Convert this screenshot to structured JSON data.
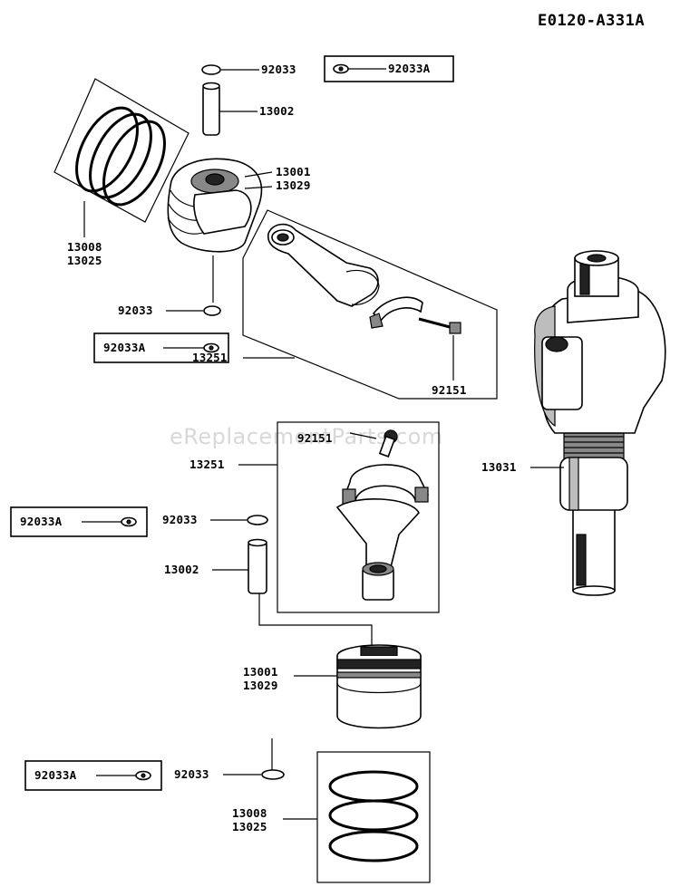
{
  "diagram_code": "E0120-A331A",
  "watermark": "eReplacementParts.com",
  "upper_set": {
    "snap_ring_top": "92033",
    "snap_ring_set_top": "92033A",
    "piston_pin": "13002",
    "piston_line1": "13001",
    "piston_line2": "13029",
    "ring_set_line1": "13008",
    "ring_set_line2": "13025",
    "snap_ring_bottom": "92033",
    "snap_ring_set_bottom": "92033A",
    "connecting_rod": "13251",
    "rod_bolt": "92151"
  },
  "crankshaft": "13031",
  "lower_set": {
    "rod_bolt": "92151",
    "connecting_rod": "13251",
    "snap_ring_set_top": "92033A",
    "snap_ring_top": "92033",
    "piston_pin": "13002",
    "piston_line1": "13001",
    "piston_line2": "13029",
    "snap_ring_set_bottom": "92033A",
    "snap_ring_bottom": "92033",
    "ring_set_line1": "13008",
    "ring_set_line2": "13025"
  }
}
